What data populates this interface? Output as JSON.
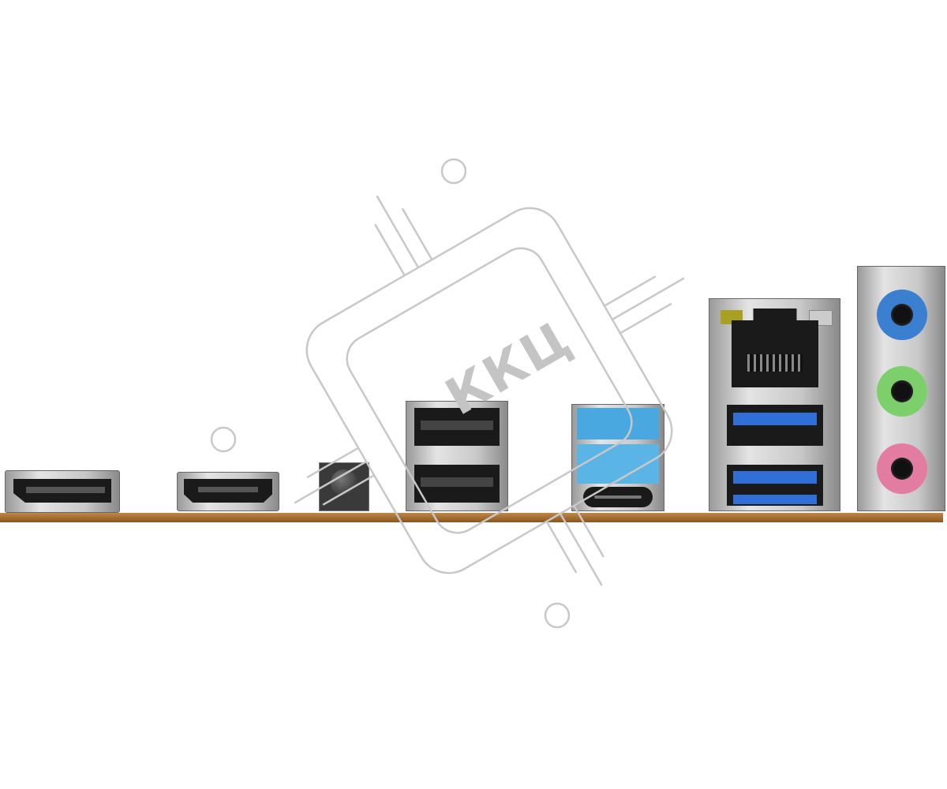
{
  "watermark": {
    "text": "ККЦ"
  },
  "ports": [
    {
      "name": "displayport",
      "icon": "displayport-icon"
    },
    {
      "name": "hdmi",
      "icon": "hdmi-icon"
    },
    {
      "name": "bios-flashback-button",
      "icon": "button-icon"
    },
    {
      "name": "usb2-stacked",
      "icon": "usb-icon"
    },
    {
      "name": "usb3-and-usb-c",
      "icon": "usb-c-icon"
    },
    {
      "name": "lan-usb3",
      "icon": "ethernet-icon"
    },
    {
      "name": "audio-jacks",
      "icon": "audio-jack-icon"
    }
  ],
  "colors": {
    "pcb": "#a0682a",
    "usb3": "#2f6fd6",
    "usb_light": "#4aa8e0",
    "audio_blue": "#3a7fd0",
    "audio_green": "#7ccf6a",
    "audio_pink": "#e27ca0",
    "watermark": "#c4c4c4"
  }
}
